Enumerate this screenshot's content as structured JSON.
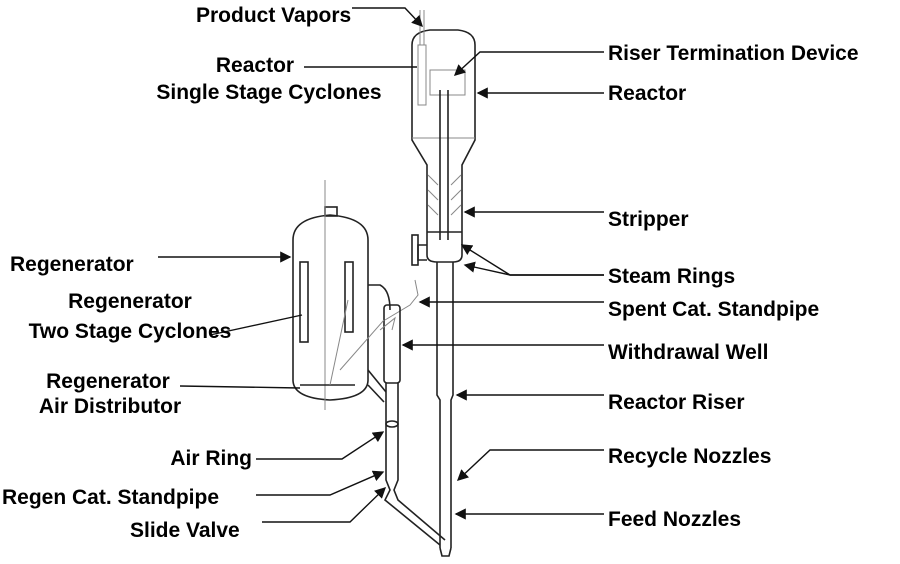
{
  "labels": {
    "product_vapors": "Product Vapors",
    "reactor_cyclones_1": "Reactor",
    "reactor_cyclones_2": "Single Stage Cyclones",
    "riser_termination": "Riser Termination Device",
    "reactor": "Reactor",
    "stripper": "Stripper",
    "steam_rings": "Steam Rings",
    "spent_cat_standpipe": "Spent Cat. Standpipe",
    "withdrawal_well": "Withdrawal Well",
    "reactor_riser": "Reactor Riser",
    "recycle_nozzles": "Recycle Nozzles",
    "feed_nozzles": "Feed Nozzles",
    "regenerator": "Regenerator",
    "regen_cyclones_1": "Regenerator",
    "regen_cyclones_2": "Two Stage Cyclones",
    "regen_air_dist_1": "Regenerator",
    "regen_air_dist_2": "Air Distributor",
    "air_ring": "Air Ring",
    "regen_cat_standpipe": "Regen Cat. Standpipe",
    "slide_valve": "Slide Valve"
  }
}
